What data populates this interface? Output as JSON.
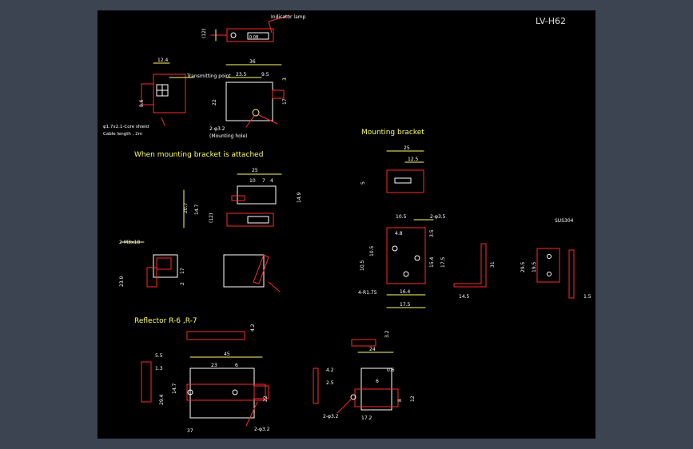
{
  "title": "LV-H62",
  "labels": {
    "indicator_lamp": "Indicator lamp",
    "transmitting_point": "Transmitting point",
    "cable": "φ1.7x2.1-Core shield\nCable length ,2m",
    "cable_line1": "φ1.7x2.1-Core shield",
    "cable_line2": "Cable length , 2m",
    "mount_hole_line1": "2-φ3.2",
    "mount_hole_line2": "(Mounting hole)",
    "when_attached": "When mounting bracket is attached",
    "mounting_bracket": "Mounting bracket",
    "m3": "2-M3x18",
    "r175": "4-R1.75",
    "hole35": "2-φ3.5",
    "sus": "SUS304",
    "reflector": "Reflector R-6 ,R-7",
    "hole32_a": "2-φ3.2",
    "hole32_b": "2-φ3.2"
  },
  "dims": {
    "d12a": "(12)",
    "d124": "12.4",
    "d36": "36",
    "d235": "23.5",
    "d95": "9.5",
    "d3": "3",
    "d86": "8.6",
    "d22": "22",
    "d17": "17",
    "d25a": "25",
    "d10": "10",
    "d7": "7",
    "d4": "4",
    "d207": "20.7",
    "d147": "14.7",
    "d149": "14.9",
    "d12b": "(12)",
    "d239": "23.9",
    "d17b": "17",
    "d2b": "2",
    "d25b": "25",
    "d125": "12.5",
    "d5": "5",
    "d105a": "10.5",
    "d48": "4.8",
    "d35": "3.5",
    "d105b": "10.5",
    "d105c": "10.5",
    "d154": "15.4",
    "d175a": "17.5",
    "d164": "16.4",
    "d175b": "17.5",
    "d31": "31",
    "d145": "14.5",
    "d295": "29.5",
    "d195": "19.5",
    "d15": "1.5",
    "d42": "4.2",
    "d32": "3.2",
    "d55": "5.5",
    "d13": "1.3",
    "d45": "45",
    "d23": "23",
    "d6": "6",
    "d294": "29.4",
    "d147b": "14.7",
    "d22b": "22",
    "d37": "37",
    "d24": "24",
    "d42b": "4.2",
    "d06": "0.6",
    "d25c": "2.5",
    "d6b": "6",
    "d8": "8",
    "d12c": "12",
    "d172": "17.2"
  },
  "colors": {
    "background": "#000000",
    "frame": "#3c4452",
    "outline": "#ffffff",
    "dimension": "#ffff66",
    "part": "#ff2a2a"
  }
}
